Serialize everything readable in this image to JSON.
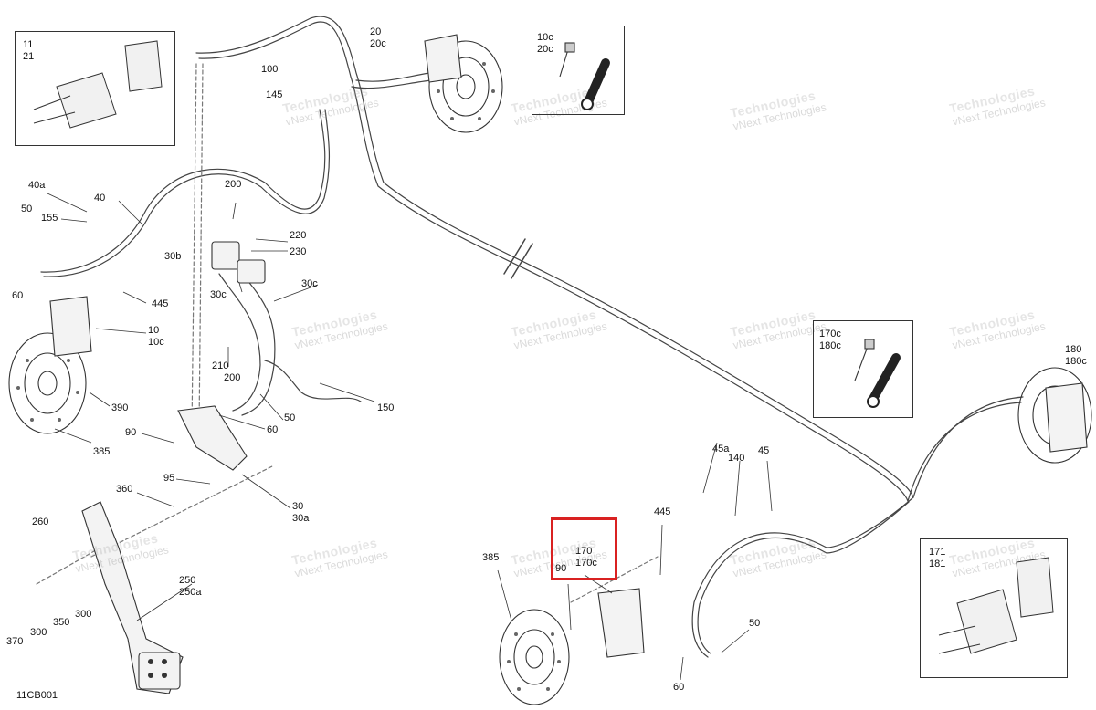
{
  "diagram": {
    "code": "11CB001",
    "watermark": "vNext Technologies",
    "highlight_color": "#d92121",
    "highlighted_callout": [
      "170",
      "170c",
      "90"
    ]
  },
  "callouts": {
    "c11": "11",
    "c21": "21",
    "c100": "100",
    "c145": "145",
    "c20": "20",
    "c20c": "20c",
    "c10c_inset": "10c",
    "c20c_inset": "20c",
    "c40a": "40a",
    "c40": "40",
    "c50a": "50",
    "c155": "155",
    "c60a": "60",
    "c200a": "200",
    "c220": "220",
    "c230": "230",
    "c30b": "30b",
    "c30c": "30c",
    "c30c2": "30c",
    "c445a": "445",
    "c10": "10",
    "c10c": "10c",
    "c390": "390",
    "c385a": "385",
    "c210": "210",
    "c200b": "200",
    "c150": "150",
    "c50b": "50",
    "c60b": "60",
    "c90a": "90",
    "c95": "95",
    "c30": "30",
    "c30a": "30a",
    "c360": "360",
    "c260": "260",
    "c250": "250",
    "c250a": "250a",
    "c370": "370",
    "c300a": "300",
    "c350": "350",
    "c300b": "300",
    "c170c_inset": "170c",
    "c180c_inset": "180c",
    "c180": "180",
    "c180c": "180c",
    "c45a": "45a",
    "c140": "140",
    "c45": "45",
    "c445b": "445",
    "c170": "170",
    "c170c": "170c",
    "c90b": "90",
    "c385b": "385",
    "c50c": "50",
    "c60c": "60",
    "c171": "171",
    "c181": "181"
  }
}
